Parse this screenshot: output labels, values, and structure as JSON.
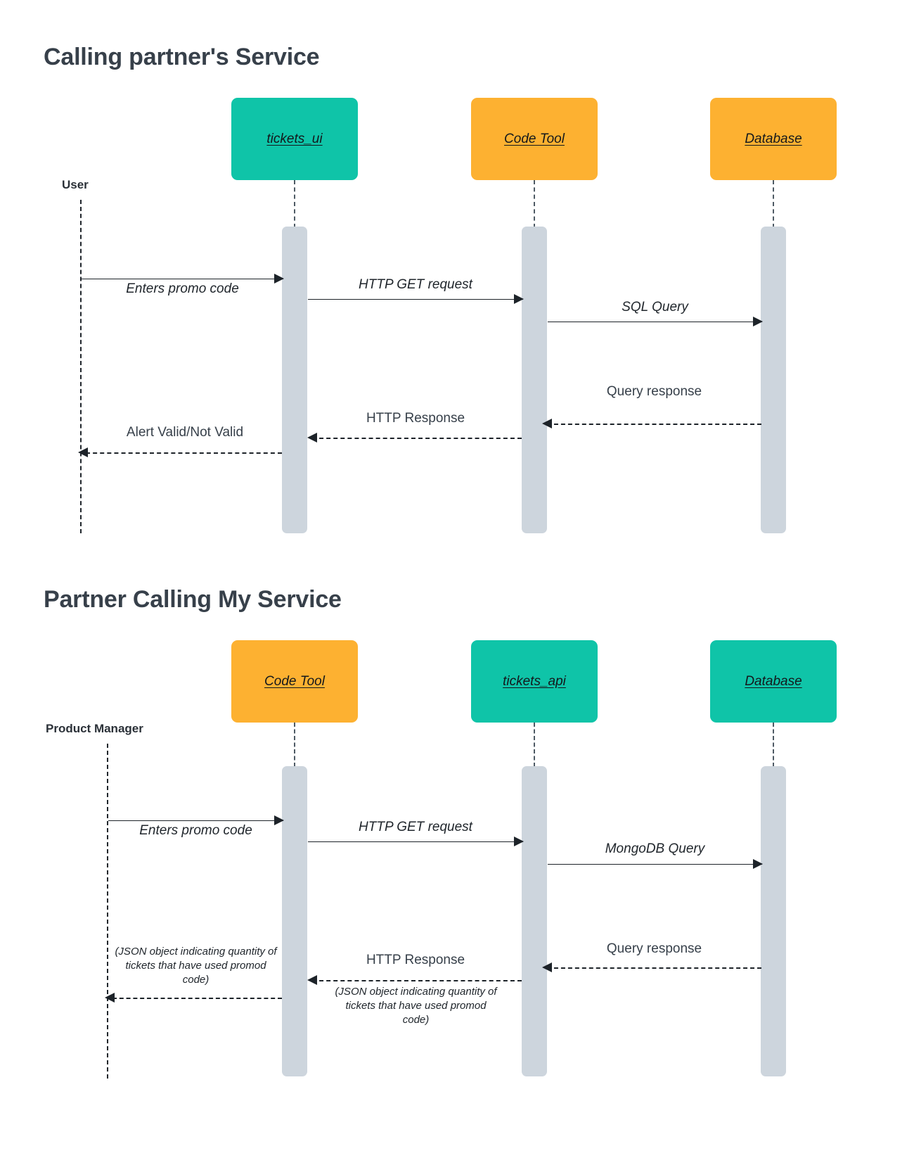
{
  "page": {
    "background": "#ffffff",
    "colors": {
      "teal": "#0fc4a8",
      "orange": "#fdb131",
      "activation": "#cdd5dd",
      "title_text": "#37404a",
      "line": "#1d2329"
    }
  },
  "diagrams": [
    {
      "title": "Calling partner's Service",
      "actor": {
        "label": "User"
      },
      "participants": [
        {
          "label": "tickets_ui",
          "color": "teal"
        },
        {
          "label": "Code Tool",
          "color": "orange"
        },
        {
          "label": "Database",
          "color": "orange"
        }
      ],
      "messages": [
        {
          "label": "Enters promo code",
          "style": "italic",
          "kind": "solid",
          "direction": "right",
          "from": "User",
          "to": "tickets_ui"
        },
        {
          "label": "HTTP GET request",
          "style": "italic",
          "kind": "solid",
          "direction": "right",
          "from": "tickets_ui",
          "to": "Code Tool"
        },
        {
          "label": "SQL Query",
          "style": "italic",
          "kind": "solid",
          "direction": "right",
          "from": "Code Tool",
          "to": "Database"
        },
        {
          "label": "Query response",
          "style": "upright",
          "kind": "dashed",
          "direction": "left",
          "from": "Database",
          "to": "Code Tool"
        },
        {
          "label": "HTTP Response",
          "style": "upright",
          "kind": "dashed",
          "direction": "left",
          "from": "Code Tool",
          "to": "tickets_ui"
        },
        {
          "label": "Alert Valid/Not Valid",
          "style": "upright",
          "kind": "dashed",
          "direction": "left",
          "from": "tickets_ui",
          "to": "User"
        }
      ]
    },
    {
      "title": "Partner Calling My Service",
      "actor": {
        "label": "Product Manager"
      },
      "participants": [
        {
          "label": "Code Tool",
          "color": "orange"
        },
        {
          "label": "tickets_api",
          "color": "teal"
        },
        {
          "label": "Database",
          "color": "teal"
        }
      ],
      "messages": [
        {
          "label": "Enters promo code",
          "style": "italic",
          "kind": "solid",
          "direction": "right",
          "from": "Product Manager",
          "to": "Code Tool"
        },
        {
          "label": "HTTP GET request",
          "style": "italic",
          "kind": "solid",
          "direction": "right",
          "from": "Code Tool",
          "to": "tickets_api"
        },
        {
          "label": "MongoDB Query",
          "style": "italic",
          "kind": "solid",
          "direction": "right",
          "from": "tickets_api",
          "to": "Database"
        },
        {
          "label": "Query response",
          "style": "upright",
          "kind": "dashed",
          "direction": "left",
          "from": "Database",
          "to": "tickets_api"
        },
        {
          "label": "HTTP Response",
          "style": "upright",
          "kind": "dashed",
          "direction": "left",
          "from": "tickets_api",
          "to": "Code Tool"
        },
        {
          "label": "(JSON object indicating quantity of tickets that have used promod code)",
          "style": "italic-small",
          "kind": "note",
          "attached_to": "HTTP Response"
        },
        {
          "label": "(JSON object indicating quantity of tickets that have used promod code)",
          "style": "italic-small",
          "kind": "dashed",
          "direction": "left",
          "from": "Code Tool",
          "to": "Product Manager"
        }
      ]
    }
  ]
}
